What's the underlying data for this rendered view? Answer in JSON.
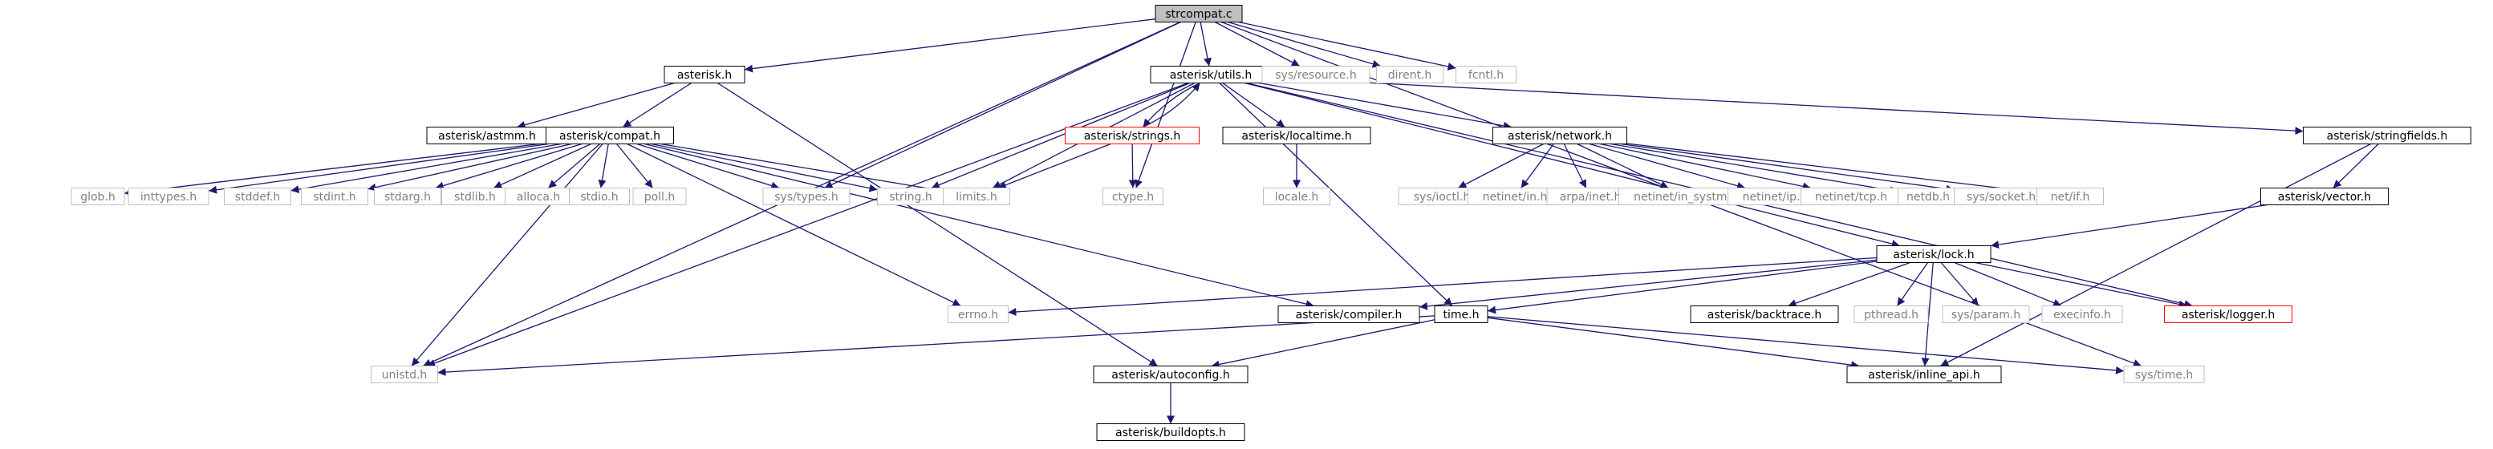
{
  "colors": {
    "edge": "#191970",
    "box_documented": "#000000",
    "box_missing": "#bfbfbf",
    "box_truncated": "#ff0000",
    "root_fill": "#bfbfbf",
    "text_documented": "#000000",
    "text_missing": "#808080"
  },
  "nodes": [
    {
      "id": "strcompat",
      "label": "strcompat.c",
      "kind": "root"
    },
    {
      "id": "asterisk",
      "label": "asterisk.h",
      "kind": "documented"
    },
    {
      "id": "astmm",
      "label": "asterisk/astmm.h",
      "kind": "documented"
    },
    {
      "id": "compat",
      "label": "asterisk/compat.h",
      "kind": "documented"
    },
    {
      "id": "utils",
      "label": "asterisk/utils.h",
      "kind": "documented"
    },
    {
      "id": "strings",
      "label": "asterisk/strings.h",
      "kind": "truncated"
    },
    {
      "id": "localtime",
      "label": "asterisk/localtime.h",
      "kind": "documented"
    },
    {
      "id": "network",
      "label": "asterisk/network.h",
      "kind": "documented"
    },
    {
      "id": "stringfields",
      "label": "asterisk/stringfields.h",
      "kind": "documented"
    },
    {
      "id": "vector",
      "label": "asterisk/vector.h",
      "kind": "documented"
    },
    {
      "id": "lock",
      "label": "asterisk/lock.h",
      "kind": "documented"
    },
    {
      "id": "compiler",
      "label": "asterisk/compiler.h",
      "kind": "documented"
    },
    {
      "id": "time",
      "label": "time.h",
      "kind": "documented"
    },
    {
      "id": "autoconfig",
      "label": "asterisk/autoconfig.h",
      "kind": "documented"
    },
    {
      "id": "buildopts",
      "label": "asterisk/buildopts.h",
      "kind": "documented"
    },
    {
      "id": "backtrace",
      "label": "asterisk/backtrace.h",
      "kind": "documented"
    },
    {
      "id": "inline_api",
      "label": "asterisk/inline_api.h",
      "kind": "documented"
    },
    {
      "id": "logger",
      "label": "asterisk/logger.h",
      "kind": "truncated"
    },
    {
      "id": "resource",
      "label": "sys/resource.h",
      "kind": "missing"
    },
    {
      "id": "dirent",
      "label": "dirent.h",
      "kind": "missing"
    },
    {
      "id": "fcntl",
      "label": "fcntl.h",
      "kind": "missing"
    },
    {
      "id": "glob",
      "label": "glob.h",
      "kind": "missing"
    },
    {
      "id": "inttypes",
      "label": "inttypes.h",
      "kind": "missing"
    },
    {
      "id": "stddef",
      "label": "stddef.h",
      "kind": "missing"
    },
    {
      "id": "stdint",
      "label": "stdint.h",
      "kind": "missing"
    },
    {
      "id": "stdarg",
      "label": "stdarg.h",
      "kind": "missing"
    },
    {
      "id": "stdlib",
      "label": "stdlib.h",
      "kind": "missing"
    },
    {
      "id": "alloca",
      "label": "alloca.h",
      "kind": "missing"
    },
    {
      "id": "stdio",
      "label": "stdio.h",
      "kind": "missing"
    },
    {
      "id": "poll",
      "label": "poll.h",
      "kind": "missing"
    },
    {
      "id": "systypes",
      "label": "sys/types.h",
      "kind": "missing"
    },
    {
      "id": "string",
      "label": "string.h",
      "kind": "missing"
    },
    {
      "id": "limits",
      "label": "limits.h",
      "kind": "missing"
    },
    {
      "id": "ctype",
      "label": "ctype.h",
      "kind": "missing"
    },
    {
      "id": "locale",
      "label": "locale.h",
      "kind": "missing"
    },
    {
      "id": "ioctl",
      "label": "sys/ioctl.h",
      "kind": "missing"
    },
    {
      "id": "netin",
      "label": "netinet/in.h",
      "kind": "missing"
    },
    {
      "id": "arpainet",
      "label": "arpa/inet.h",
      "kind": "missing"
    },
    {
      "id": "insystm",
      "label": "netinet/in_systm.h",
      "kind": "missing"
    },
    {
      "id": "netip",
      "label": "netinet/ip.h",
      "kind": "missing"
    },
    {
      "id": "tcp",
      "label": "netinet/tcp.h",
      "kind": "missing"
    },
    {
      "id": "netdb",
      "label": "netdb.h",
      "kind": "missing"
    },
    {
      "id": "socket",
      "label": "sys/socket.h",
      "kind": "missing"
    },
    {
      "id": "netif",
      "label": "net/if.h",
      "kind": "missing"
    },
    {
      "id": "errno",
      "label": "errno.h",
      "kind": "missing"
    },
    {
      "id": "unistd",
      "label": "unistd.h",
      "kind": "missing"
    },
    {
      "id": "pthread",
      "label": "pthread.h",
      "kind": "missing"
    },
    {
      "id": "sysparam",
      "label": "sys/param.h",
      "kind": "missing"
    },
    {
      "id": "execinfo",
      "label": "execinfo.h",
      "kind": "missing"
    },
    {
      "id": "systime",
      "label": "sys/time.h",
      "kind": "missing"
    }
  ],
  "edges": [
    [
      "strcompat",
      "asterisk"
    ],
    [
      "strcompat",
      "utils"
    ],
    [
      "strcompat",
      "resource"
    ],
    [
      "strcompat",
      "dirent"
    ],
    [
      "strcompat",
      "fcntl"
    ],
    [
      "strcompat",
      "systypes"
    ],
    [
      "strcompat",
      "ctype"
    ],
    [
      "strcompat",
      "unistd"
    ],
    [
      "strcompat",
      "systime"
    ],
    [
      "asterisk",
      "astmm"
    ],
    [
      "asterisk",
      "compat"
    ],
    [
      "asterisk",
      "autoconfig"
    ],
    [
      "compat",
      "glob"
    ],
    [
      "compat",
      "inttypes"
    ],
    [
      "compat",
      "stddef"
    ],
    [
      "compat",
      "stdint"
    ],
    [
      "compat",
      "stdarg"
    ],
    [
      "compat",
      "stdlib"
    ],
    [
      "compat",
      "alloca"
    ],
    [
      "compat",
      "stdio"
    ],
    [
      "compat",
      "poll"
    ],
    [
      "compat",
      "systypes"
    ],
    [
      "compat",
      "string"
    ],
    [
      "compat",
      "limits"
    ],
    [
      "compat",
      "errno"
    ],
    [
      "compat",
      "unistd"
    ],
    [
      "compat",
      "compiler"
    ],
    [
      "utils",
      "strings"
    ],
    [
      "utils",
      "localtime"
    ],
    [
      "utils",
      "network"
    ],
    [
      "utils",
      "stringfields"
    ],
    [
      "utils",
      "lock"
    ],
    [
      "utils",
      "logger"
    ],
    [
      "utils",
      "time"
    ],
    [
      "utils",
      "string"
    ],
    [
      "utils",
      "limits"
    ],
    [
      "utils",
      "unistd"
    ],
    [
      "strings",
      "utils"
    ],
    [
      "strings",
      "limits"
    ],
    [
      "strings",
      "ctype"
    ],
    [
      "localtime",
      "locale"
    ],
    [
      "network",
      "ioctl"
    ],
    [
      "network",
      "netin"
    ],
    [
      "network",
      "arpainet"
    ],
    [
      "network",
      "insystm"
    ],
    [
      "network",
      "netip"
    ],
    [
      "network",
      "tcp"
    ],
    [
      "network",
      "netdb"
    ],
    [
      "network",
      "socket"
    ],
    [
      "network",
      "netif"
    ],
    [
      "stringfields",
      "vector"
    ],
    [
      "stringfields",
      "inline_api"
    ],
    [
      "vector",
      "lock"
    ],
    [
      "lock",
      "errno"
    ],
    [
      "lock",
      "compiler"
    ],
    [
      "lock",
      "time"
    ],
    [
      "lock",
      "backtrace"
    ],
    [
      "lock",
      "inline_api"
    ],
    [
      "lock",
      "pthread"
    ],
    [
      "lock",
      "sysparam"
    ],
    [
      "lock",
      "execinfo"
    ],
    [
      "lock",
      "logger"
    ],
    [
      "time",
      "unistd"
    ],
    [
      "time",
      "autoconfig"
    ],
    [
      "time",
      "inline_api"
    ],
    [
      "time",
      "systime"
    ],
    [
      "autoconfig",
      "buildopts"
    ]
  ]
}
